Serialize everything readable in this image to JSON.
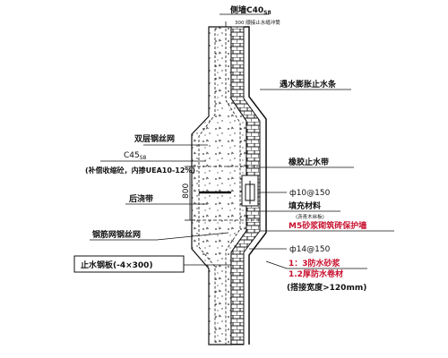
{
  "labels": {
    "top_concrete": "侧墙C40",
    "top_concrete_sub": "S8",
    "top_note": "300 顺接止水缝冲筒",
    "water_swelling": "遇水膨胀止水条",
    "double_mesh": "双层钢丝网",
    "c45": "C45",
    "c45_sub": "S8",
    "c45_note": "(补偿收缩砼，内掺UEA10-12%)",
    "rubber_stop": "橡胶止水带",
    "post_pour": "后浇带",
    "dim_800": "800",
    "phi10": "ф10@150",
    "filler": "填充材料",
    "filler_note": "(沥青木丝板)",
    "mesh_frame": "钢筋网钢丝网",
    "m5": "M5砂浆砌筑砖保护墙",
    "steel_plate": "止水钢板(-4×300)",
    "phi14": "ф14@150",
    "mortar": "1：3防水砂浆",
    "membrane": "1.2厚防水卷材",
    "overlap": "(搭接宽度>120mm)"
  },
  "colors": {
    "line": "#111111",
    "brick": "#222222",
    "red": "#c8102e"
  }
}
